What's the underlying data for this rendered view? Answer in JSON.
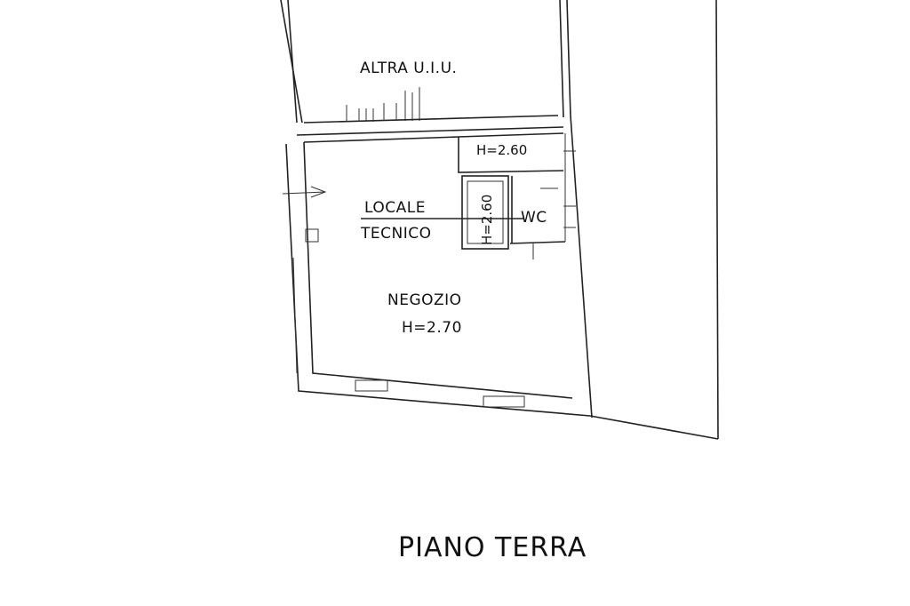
{
  "plan": {
    "rooms": {
      "other_unit": "ALTRA U.I.U.",
      "tech_room_line1": "LOCALE",
      "tech_room_line2": "TECNICO",
      "tech_room_height": "H=2.60",
      "wc": "WC",
      "wc_height": "H=2.60",
      "shop": "NEGOZIO",
      "shop_height": "H=2.70"
    },
    "title": "PIANO TERRA"
  }
}
